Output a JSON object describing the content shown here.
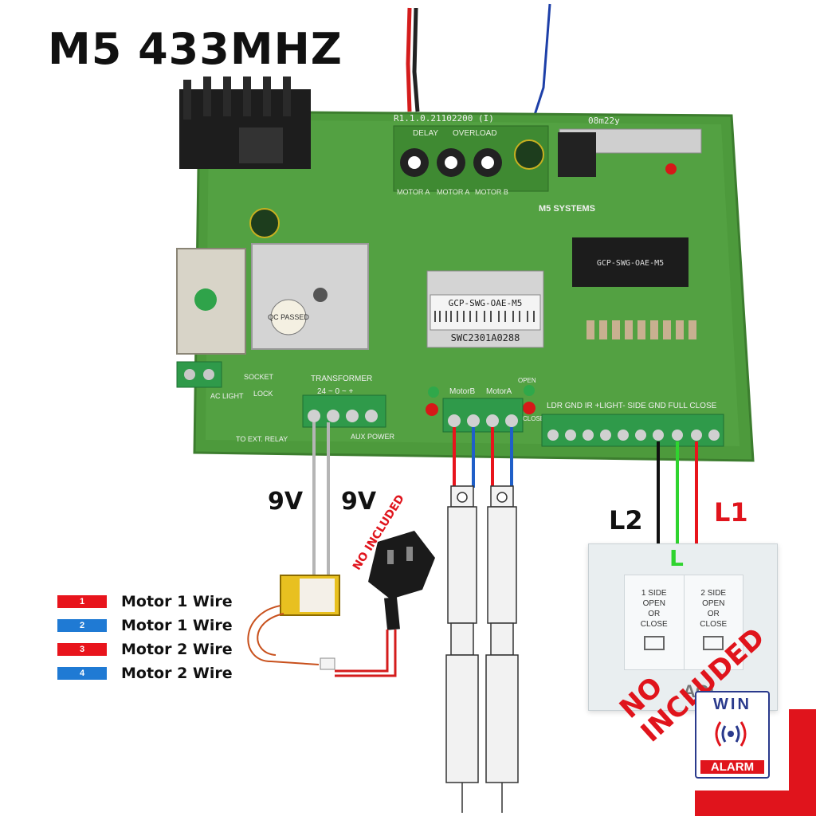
{
  "title": "M5 433MHZ",
  "board": {
    "revision": "R1.1.0.21102200 (I)",
    "date_code": "08m22y",
    "chip_label": "GCP-SWG-OAE-M5",
    "sticker_model": "GCP-SWG-OAE-M5",
    "sticker_serial": "SWC2301A0288",
    "qc_label": "QC PASSED",
    "trim_labels": [
      "DELAY",
      "OVERLOAD"
    ],
    "motor_trims": [
      "MOTOR A",
      "MOTOR A",
      "MOTOR B"
    ],
    "brand": "M5 SYSTEMS",
    "transformer_label": "TRANSFORMER",
    "transformer_pins": "24 ~ 0 ~ +",
    "aux_power": "AUX POWER",
    "motor_terminals": [
      "MotorB",
      "MotorA"
    ],
    "io_labels": "LDR GND IR +LIGHT- SIDE GND FULL CLOSE",
    "ac_light": "AC LIGHT",
    "socket": "SOCKET",
    "lock": "LOCK",
    "ext_relay": "TO EXT. RELAY",
    "open_label": "OPEN",
    "close_label": "CLOSE"
  },
  "voltage_labels": [
    "9V",
    "9V"
  ],
  "plug_note": "NO INCLUDED",
  "switch_wires": {
    "l2": "L2",
    "l": "L",
    "l1": "L1"
  },
  "switch": {
    "left_text": [
      "1 SIDE",
      "OPEN",
      "OR",
      "CLOSE"
    ],
    "right_text": [
      "2 SIDE",
      "OPEN",
      "OR",
      "CLOSE"
    ],
    "brand": "AGL",
    "note": "NO INCLUDED"
  },
  "legend": [
    {
      "num": "1",
      "text": "Motor 1 Wire",
      "color": "#e8141c"
    },
    {
      "num": "2",
      "text": "Motor 1 Wire",
      "color": "#1f7ad4"
    },
    {
      "num": "3",
      "text": "Motor 2 Wire",
      "color": "#e8141c"
    },
    {
      "num": "4",
      "text": "Motor 2 Wire",
      "color": "#1f7ad4"
    }
  ],
  "logo": {
    "top": "WIN",
    "bottom": "ALARM"
  },
  "colors": {
    "pcb": "#4d9a3c",
    "terminal": "#2f9a4a",
    "red_wire": "#e8141c",
    "blue_wire": "#1f5fc8",
    "accent": "#e0141c"
  }
}
